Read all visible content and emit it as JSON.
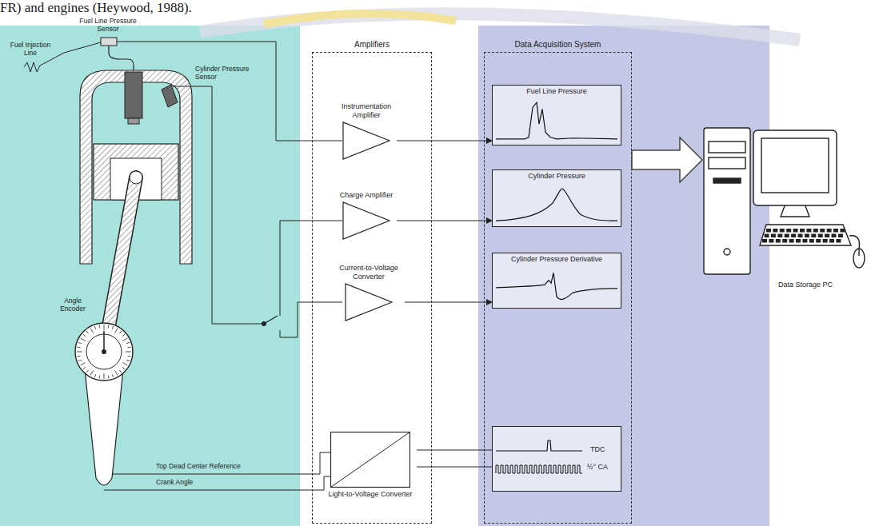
{
  "diagram": {
    "nodes": [
      {
        "text": [
          "Amplifiers"
        ]
      },
      {
        "text": [
          "Instrumentation Amplifier"
        ],
        "in": 0
      },
      {
        "text": [
          "Charge Amplifier"
        ],
        "in": 0
      },
      {
        "text": [
          "Current-to-Voltage Converter"
        ],
        "in": 0
      },
      {
        "text": [
          "Light-to-Voltage Converter"
        ],
        "in": 0
      },
      {
        "text": [
          "Data Acquisition System"
        ]
      },
      {
        "text": [
          "Fuel Line Pressure"
        ],
        "in": 5
      },
      {
        "text": [
          "Cylinder Pressure"
        ],
        "in": 5
      },
      {
        "text": [
          "Cylinder Pressure Derivative"
        ],
        "in": 5
      },
      {
        "text": [
          "TDC",
          "½° CA"
        ],
        "in": 5
      },
      {
        "text": [
          "Data Storage PC"
        ]
      }
    ],
    "edges": [
      {
        "from": 1,
        "to": 6,
        "arrow": "to"
      },
      {
        "from": 2,
        "to": 7,
        "arrow": "to"
      },
      {
        "from": 3,
        "to": 8,
        "arrow": "to"
      },
      {
        "from": 4,
        "to": 9,
        "arrow": "none"
      },
      {
        "from": 4,
        "to": 9,
        "arrow": "none"
      },
      {
        "from": 5,
        "to": 10,
        "arrow": "to"
      }
    ],
    "labels": [
      "FR) and engines (Heywood, 1988).",
      "Fuel Injection Line",
      "Fuel Line Pressure Sensor",
      "Cylinder Pressure Sensor",
      "Angle Encoder",
      "Top Dead Center Reference",
      "Crank Angle"
    ]
  }
}
